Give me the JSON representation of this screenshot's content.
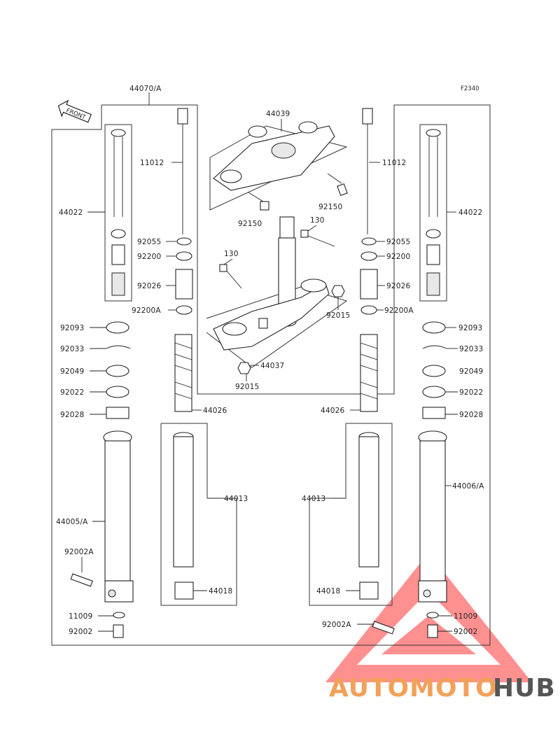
{
  "diagram": {
    "code": "F2340",
    "front_arrow": "FRONT",
    "labels": {
      "p44070": "44070/A",
      "p44039": "44039",
      "p11012_l": "11012",
      "p11012_r": "11012",
      "p44022_l": "44022",
      "p44022_r": "44022",
      "p92150_a": "92150",
      "p92150_b": "92150",
      "p130_a": "130",
      "p130_b": "130",
      "p92055_l": "92055",
      "p92055_r": "92055",
      "p92200_l": "92200",
      "p92200_r": "92200",
      "p92026_l": "92026",
      "p92026_r": "92026",
      "p92200A_l": "92200A",
      "p92200A_r": "92200A",
      "p92015_a": "92015",
      "p92015_b": "92015",
      "p92093_l": "92093",
      "p92093_r": "92093",
      "p92033_l": "92033",
      "p92033_r": "92033",
      "p44037": "44037",
      "p92049_l": "92049",
      "p92049_r": "92049",
      "p92022_l": "92022",
      "p92022_r": "92022",
      "p92028_l": "92028",
      "p92028_r": "92028",
      "p44026_l": "44026",
      "p44026_r": "44026",
      "p44013_l": "44013",
      "p44013_r": "44013",
      "p44006": "44006/A",
      "p44005": "44005/A",
      "p92002A_l": "92002A",
      "p92002A_r": "92002A",
      "p44018_l": "44018",
      "p44018_r": "44018",
      "p11009_l": "11009",
      "p11009_r": "11009",
      "p92002_l": "92002",
      "p92002_r": "92002"
    }
  },
  "watermark": {
    "part1": "AUTOMOTO",
    "part2": "HUB",
    "color1": "#f2a15a",
    "color2": "#555555",
    "triangle_color": "#ff6b6b"
  }
}
